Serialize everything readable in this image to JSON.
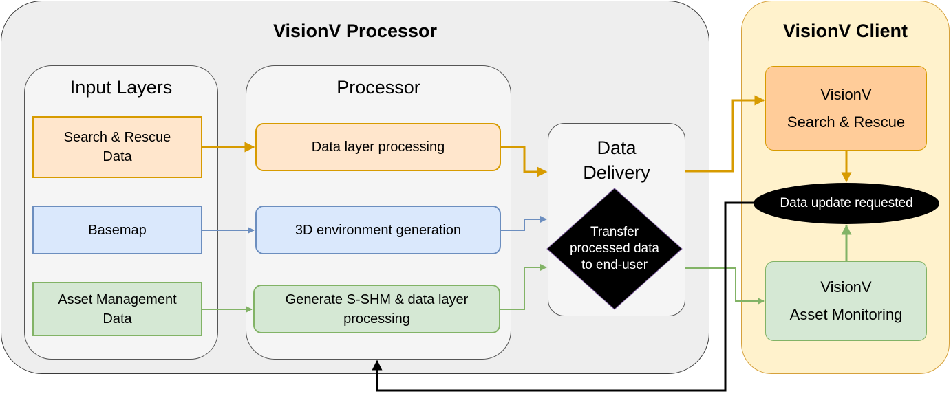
{
  "processor": {
    "title": "VisionV Processor",
    "input_layers": {
      "title": "Input Layers",
      "items": [
        "Search & Rescue Data",
        "Basemap",
        "Asset Management Data"
      ]
    },
    "processor_group": {
      "title": "Processor",
      "items": [
        "Data layer processing",
        "3D environment generation",
        "Generate S-SHM & data layer processing"
      ]
    },
    "delivery": {
      "title": "Data Delivery",
      "decision": "Transfer processed data to end-user"
    }
  },
  "client": {
    "title": "VisionV Client",
    "search_rescue": {
      "line1": "VisionV",
      "line2": "Search & Rescue"
    },
    "update": "Data update requested",
    "asset_monitoring": {
      "line1": "VisionV",
      "line2": "Asset Monitoring"
    }
  },
  "colors": {
    "orange": "#d79b00",
    "blue": "#6c8ebf",
    "green": "#82b366",
    "black": "#000000"
  }
}
